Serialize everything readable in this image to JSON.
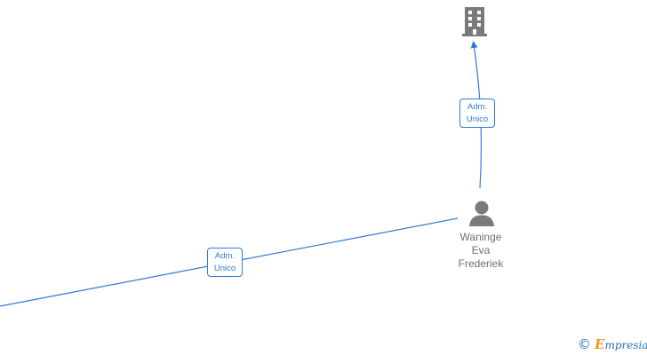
{
  "diagram": {
    "company_node": {
      "icon": "building-icon",
      "color": "#7a7a7a"
    },
    "person_node": {
      "icon": "person-icon",
      "color": "#7a7a7a",
      "name_lines": [
        "Waninge",
        "Eva",
        "Frederiek"
      ]
    },
    "edges": [
      {
        "from": "person",
        "to": "company",
        "role_line1": "Adm.",
        "role_line2": "Unico",
        "arrow": true
      },
      {
        "from": "offscreen-left",
        "to": "person",
        "role_line1": "Adm.",
        "role_line2": "Unico",
        "arrow": false
      }
    ],
    "edge_color": "#2f7ad6"
  },
  "brand": {
    "copyright_symbol": "©",
    "initial": "E",
    "rest": "mpresia",
    "color": "#2a6fb8",
    "accent": "#f0951e"
  }
}
